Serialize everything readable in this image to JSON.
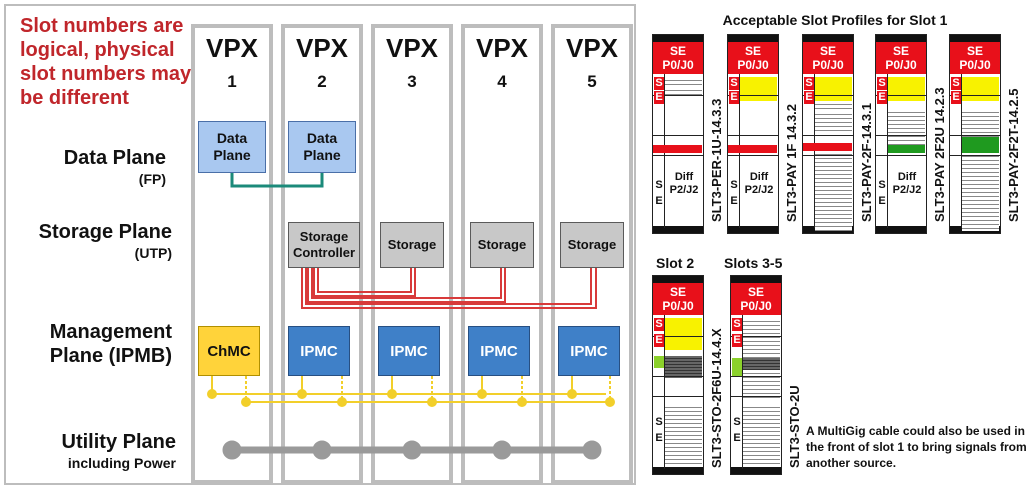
{
  "left": {
    "note": "Slot numbers are logical, physical slot numbers may be different",
    "planes": [
      {
        "main": "Data Plane",
        "sub": "(FP)"
      },
      {
        "main": "Storage Plane",
        "sub": "(UTP)"
      },
      {
        "main": "Management Plane (IPMB)",
        "sub": ""
      },
      {
        "main": "Utility Plane",
        "sub": "including Power"
      }
    ],
    "vpx_label": "VPX",
    "slots": [
      "1",
      "2",
      "3",
      "4",
      "5"
    ],
    "data_boxes": [
      "Data Plane",
      "Data Plane"
    ],
    "storage_boxes": [
      "Storage Controller",
      "Storage",
      "Storage",
      "Storage"
    ],
    "mgmt_boxes": [
      "ChMC",
      "IPMC",
      "IPMC",
      "IPMC",
      "IPMC"
    ]
  },
  "right": {
    "title": "Acceptable Slot Profiles for Slot 1",
    "slot2_title": "Slot 2",
    "slots35_title": "Slots 3-5",
    "se_head": "SE P0/J0",
    "se_letters": [
      "S",
      "E"
    ],
    "diff_label": "Diff P2/J2",
    "profiles_slot1": [
      "SLT3-PER-1U-14.3.3",
      "SLT3-PAY 1F 14.3.2",
      "SLT3-PAY-2F-14.3.1",
      "SLT3-PAY 2F2U 14.2.3",
      "SLT3-PAY-2F2T-14.2.5"
    ],
    "profile_slot2": "SLT3-STO-2F6U-14.4.X",
    "profile_slots35": "SLT3-STO-2U",
    "multigig_note": "A MultiGig cable could also be used in the front of slot 1 to bring signals from another source."
  },
  "colors": {
    "note_red": "#c0262b",
    "data_blue": "#a9c8f0",
    "ipmc_blue": "#3f80c8",
    "chmc_yellow": "#ffd33a",
    "storage_gray": "#c8c8c8",
    "red_link": "#d83a3a",
    "teal_link": "#1b8a7a",
    "ipmb_yellow": "#f2cf2a",
    "profile_red": "#e8101a",
    "profile_yellow": "#f8f200",
    "profile_green": "#1f9a1f"
  }
}
